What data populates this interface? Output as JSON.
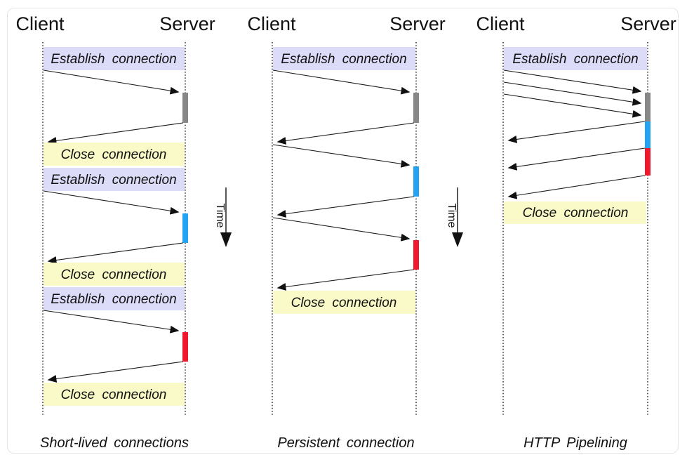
{
  "labels": {
    "establish": "Establish connection",
    "close": "Close connection"
  },
  "time_label": "Time",
  "panels": [
    {
      "client": "Client",
      "server": "Server",
      "caption": "Short-lived connections"
    },
    {
      "client": "Client",
      "server": "Server",
      "caption": "Persistent connection"
    },
    {
      "client": "Client",
      "server": "Server",
      "caption": "HTTP Pipelining"
    }
  ],
  "colors": {
    "lavender": "#dcdcf8",
    "yellow": "#fafac8",
    "gray": "#878787",
    "blue": "#24a3f2",
    "red": "#f0182d"
  }
}
